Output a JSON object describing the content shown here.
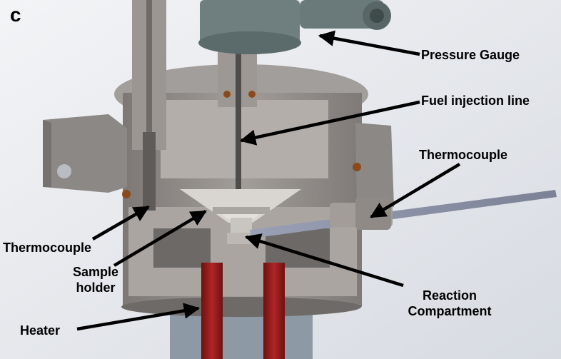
{
  "panel_letter": "c",
  "labels": {
    "pressure_gauge": "Pressure Gauge",
    "fuel_injection_line": "Fuel injection line",
    "thermocouple_right": "Thermocouple",
    "thermocouple_left": "Thermocouple",
    "sample_holder_line1": "Sample",
    "sample_holder_line2": "holder",
    "reaction_line1": "Reaction",
    "reaction_line2": "Compartment",
    "heater": "Heater"
  },
  "colors": {
    "background": "#e6e9ee",
    "body_metal": "#8d8885",
    "section_face": "#b0aba7",
    "gauge": "#6f7f80",
    "heater": "#9a1f1f",
    "o_ring": "#8a4a1c",
    "thermocouple_rod": "#7c8296",
    "arrow": "#000000"
  }
}
